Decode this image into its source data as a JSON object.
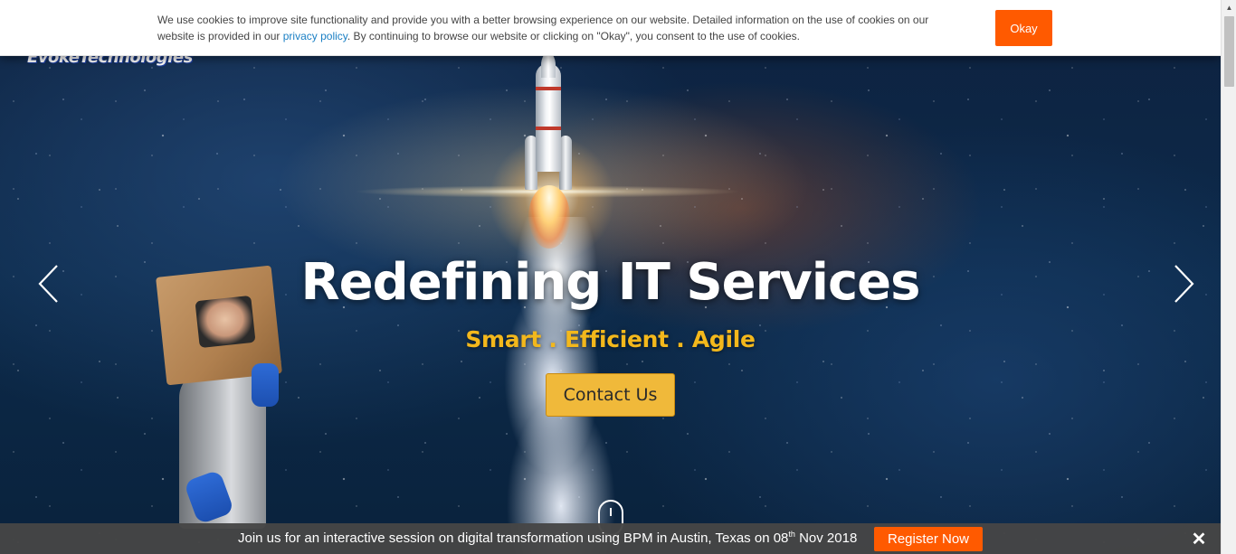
{
  "logo": {
    "text": "EvokeTechnologies"
  },
  "cookie": {
    "text_before": "We use cookies to improve site functionality and provide you with a better browsing experience on our website. Detailed information on the use of cookies on our website is provided in our ",
    "link_text": "privacy policy",
    "text_after": ". By continuing to browse our website or clicking on \"Okay\", you consent to the use of cookies.",
    "button_label": "Okay"
  },
  "hero": {
    "headline": "Redefining IT Services",
    "tagline": "Smart . Efficient . Agile",
    "cta_label": "Contact Us"
  },
  "carousel": {
    "prev_icon": "chevron-left-icon",
    "next_icon": "chevron-right-icon"
  },
  "event": {
    "text_before": "Join us for an interactive session on digital transformation using BPM in Austin, Texas on 08",
    "superscript": "th",
    "text_after": " Nov 2018",
    "register_label": "Register Now",
    "close_symbol": "✕"
  },
  "colors": {
    "accent_orange": "#ff5a00",
    "cta_yellow": "#f0b93a",
    "tagline_gold": "#f3b81c",
    "link_blue": "#1a7fc4"
  }
}
